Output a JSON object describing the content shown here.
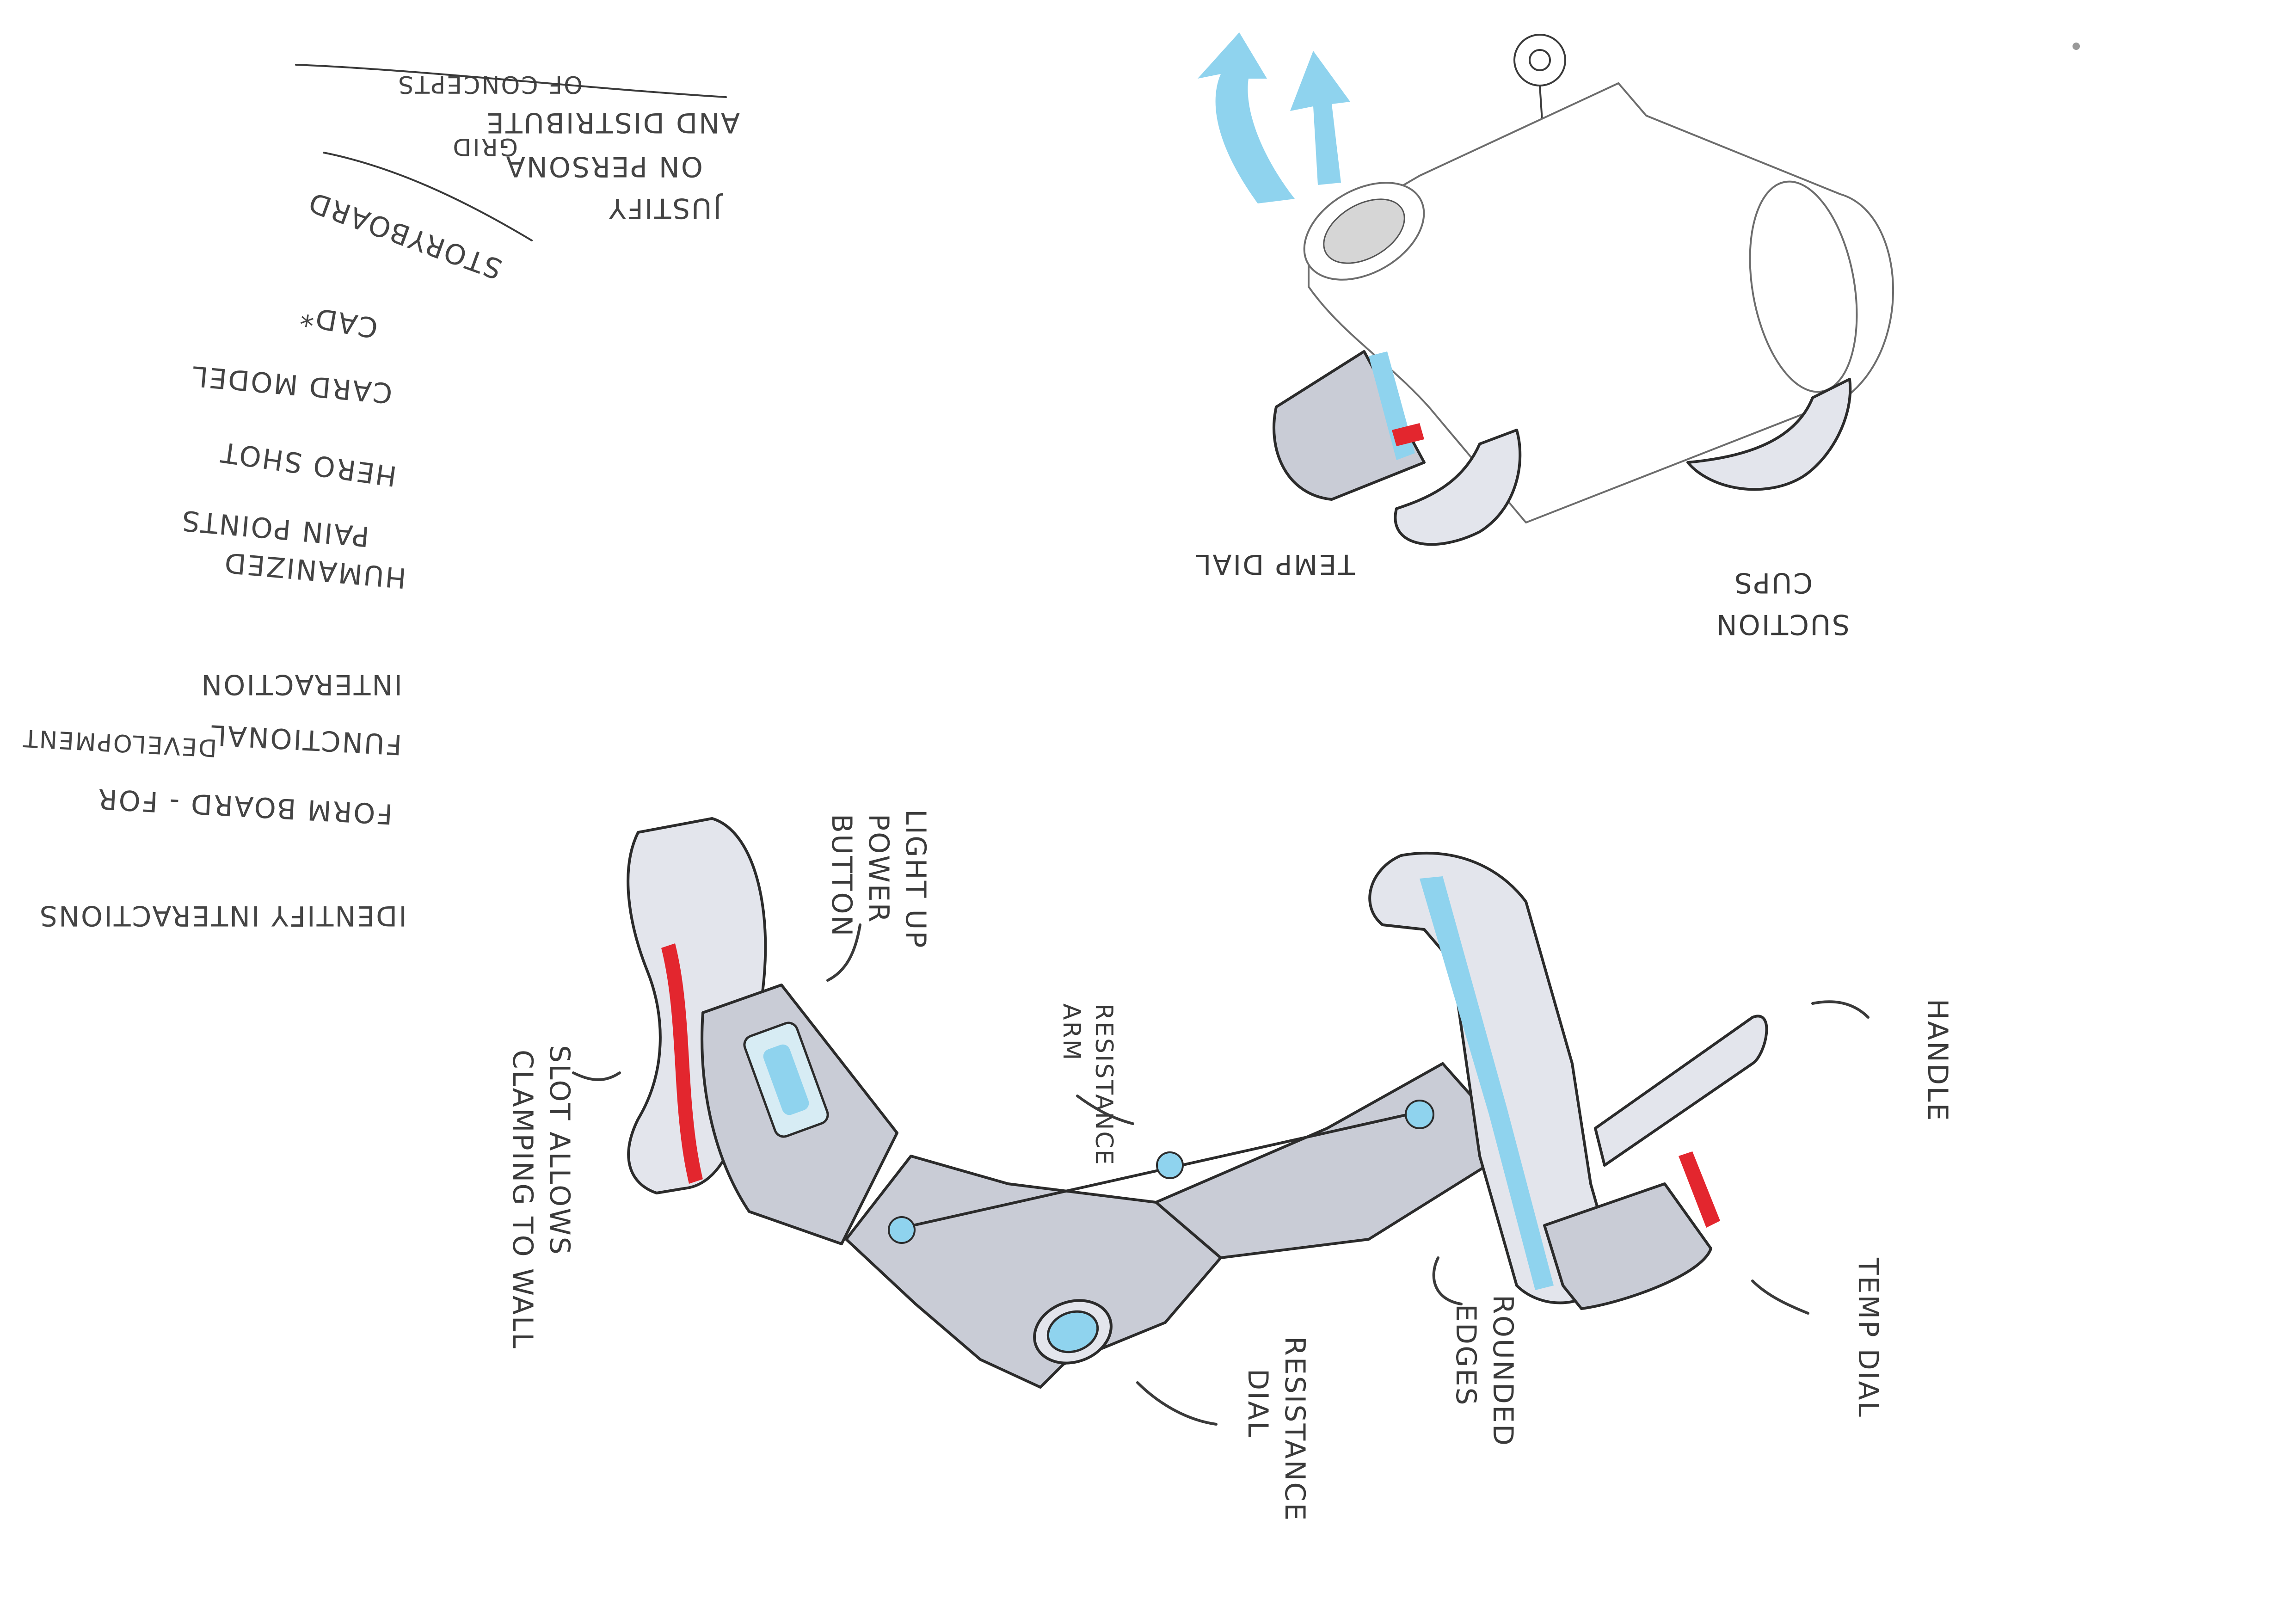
{
  "notes": {
    "line1": "JUSTIFY",
    "line2": "ON PERSONA",
    "line2b": "GRID",
    "line3": "AND DISTRIBUTE",
    "line3b": "OF CONCEPTS",
    "line4": "STORYBOARD",
    "line5": "CAD*",
    "line6": "CARD MODEL",
    "line7": "HERO SHOT",
    "line8": "HUMANIZED",
    "line9": "PAIN POINTS",
    "line10": "INTERACTION",
    "line11": "FUNCTIONAL",
    "line12": "FORM BOARD - FOR",
    "line13": "DEVELOPMENT",
    "line14": "IDENTIFY INTERACTIONS"
  },
  "sketch_top": {
    "label_temp_dial": "TEMP DIAL",
    "label_suction_1": "SUCTION",
    "label_suction_2": "CUPS"
  },
  "sketch_bottom": {
    "label_light_1": "LIGHT UP",
    "label_light_2": "POWER",
    "label_light_3": "BUTTON",
    "label_resistance_arm_1": "RESISTANCE",
    "label_resistance_arm_2": "ARM",
    "label_handle": "HANDLE",
    "label_slot_1": "SLOT ALLOWS",
    "label_slot_2": "CLAMPING TO WALL",
    "label_rounded_1": "ROUNDED",
    "label_rounded_2": "EDGES",
    "label_temp_dial": "TEMP DIAL",
    "label_resistance_dial_1": "RESISTANCE",
    "label_resistance_dial_2": "DIAL"
  },
  "colors": {
    "accent_blue": "#8fd3ee",
    "accent_red": "#e3262e",
    "metal_gray": "#c9ccd6"
  }
}
